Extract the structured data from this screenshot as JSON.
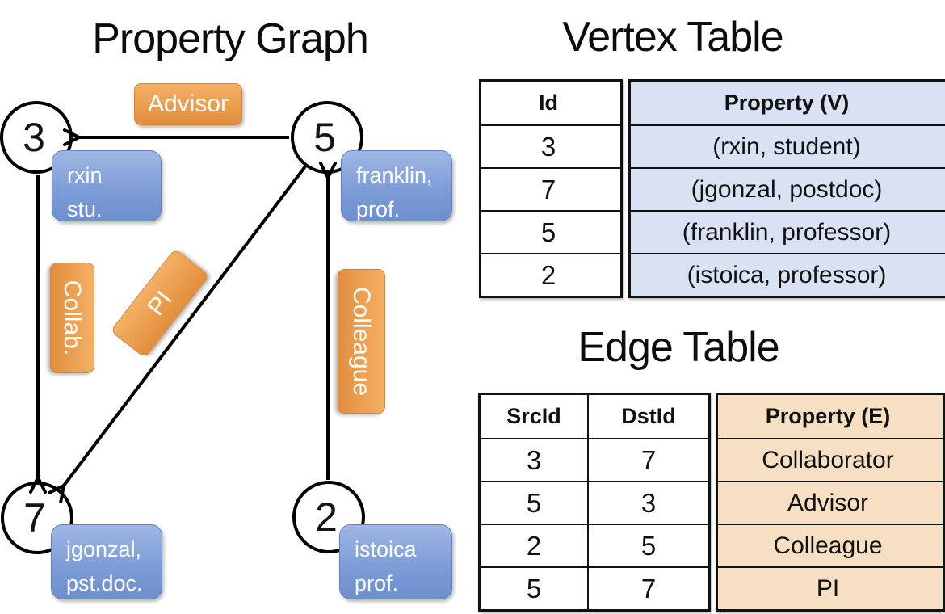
{
  "graph": {
    "title": "Property Graph",
    "vertices": [
      {
        "id": "3",
        "line1": "rxin",
        "line2": "stu."
      },
      {
        "id": "5",
        "line1": "franklin,",
        "line2": "prof."
      },
      {
        "id": "7",
        "line1": "jgonzal,",
        "line2": "pst.doc."
      },
      {
        "id": "2",
        "line1": "istoica",
        "line2": "prof."
      }
    ],
    "edge_labels": {
      "advisor": "Advisor",
      "collab": "Collab.",
      "pi": "PI",
      "colleague": "Colleague"
    }
  },
  "vertex_table": {
    "title": "Vertex Table",
    "columns": {
      "id": "Id",
      "property": "Property (V)"
    },
    "rows": [
      {
        "id": "3",
        "property": "(rxin, student)"
      },
      {
        "id": "7",
        "property": "(jgonzal, postdoc)"
      },
      {
        "id": "5",
        "property": "(franklin, professor)"
      },
      {
        "id": "2",
        "property": "(istoica, professor)"
      }
    ]
  },
  "edge_table": {
    "title": "Edge Table",
    "columns": {
      "src": "SrcId",
      "dst": "DstId",
      "property": "Property (E)"
    },
    "rows": [
      {
        "src": "3",
        "dst": "7",
        "property": "Collaborator"
      },
      {
        "src": "5",
        "dst": "3",
        "property": "Advisor"
      },
      {
        "src": "2",
        "dst": "5",
        "property": "Colleague"
      },
      {
        "src": "5",
        "dst": "7",
        "property": "PI"
      }
    ]
  },
  "colors": {
    "vertex_property_fill": "#D9E2F3",
    "edge_property_fill": "#F6DFC3",
    "edge_label_orange": "#E9A052",
    "vertex_label_blue": "#7E9DD7",
    "stroke": "#000000"
  }
}
